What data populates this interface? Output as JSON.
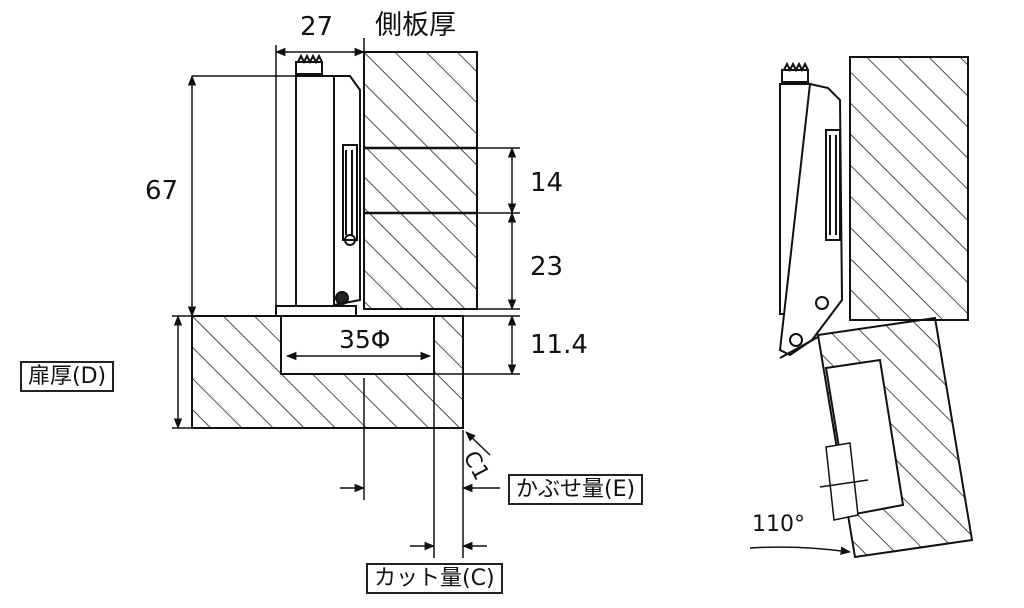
{
  "labels": {
    "width_27": "27",
    "side_panel_thickness": "側板厚",
    "height_67": "67",
    "dim_14": "14",
    "dim_23": "23",
    "dim_11_4": "11.4",
    "cup_diameter": "35Φ",
    "chamfer": "C1",
    "door_thickness": "扉厚(D)",
    "overlay": "かぶせ量(E)",
    "cut_amount": "カット量(C)",
    "opening_angle": "110°"
  },
  "colors": {
    "line": "#1a1a1a",
    "background": "#ffffff"
  }
}
